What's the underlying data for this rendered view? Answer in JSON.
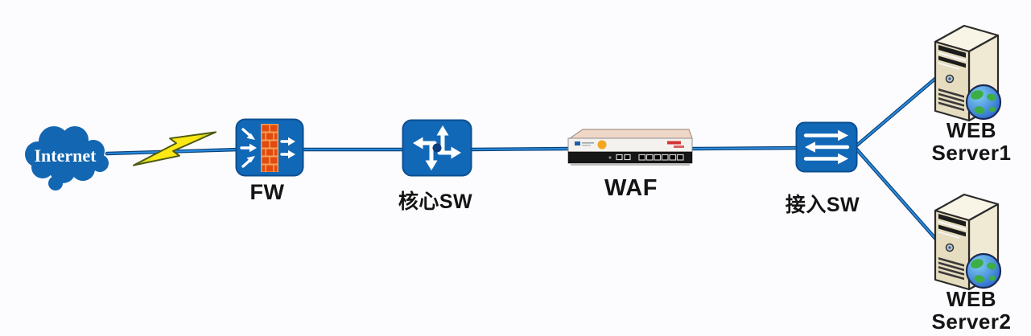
{
  "diagram": {
    "type": "network-topology",
    "background_color": "#fcfbfd",
    "colors": {
      "device_blue": "#1168b7",
      "device_blue_dark": "#0c4f90",
      "link_blue": "#2a8ce0",
      "link_edge": "#0a4076",
      "lightning_yellow": "#ffe915",
      "lightning_outline": "#4d5a14",
      "brick_orange": "#e34a0e",
      "server_beige": "#e6dcbf",
      "label_color": "#141414"
    },
    "nodes": [
      {
        "id": "internet",
        "label": "Internet",
        "kind": "internet-cloud"
      },
      {
        "id": "fw",
        "label": "FW",
        "kind": "firewall"
      },
      {
        "id": "core-sw",
        "label": "核心SW",
        "kind": "layer3-switch"
      },
      {
        "id": "waf",
        "label": "WAF",
        "kind": "waf-appliance"
      },
      {
        "id": "access-sw",
        "label": "接入SW",
        "kind": "layer2-switch"
      },
      {
        "id": "web-server-1",
        "label_line1": "WEB",
        "label_line2": "Server1",
        "kind": "server"
      },
      {
        "id": "web-server-2",
        "label_line1": "WEB",
        "label_line2": "Server2",
        "kind": "server"
      }
    ],
    "links": [
      {
        "from": "Internet",
        "to": "FW",
        "marker": "lightning-bolt"
      },
      {
        "from": "FW",
        "to": "核心SW"
      },
      {
        "from": "核心SW",
        "to": "WAF"
      },
      {
        "from": "WAF",
        "to": "接入SW"
      },
      {
        "from": "接入SW",
        "to": "WEB Server1"
      },
      {
        "from": "接入SW",
        "to": "WEB Server2"
      }
    ]
  }
}
